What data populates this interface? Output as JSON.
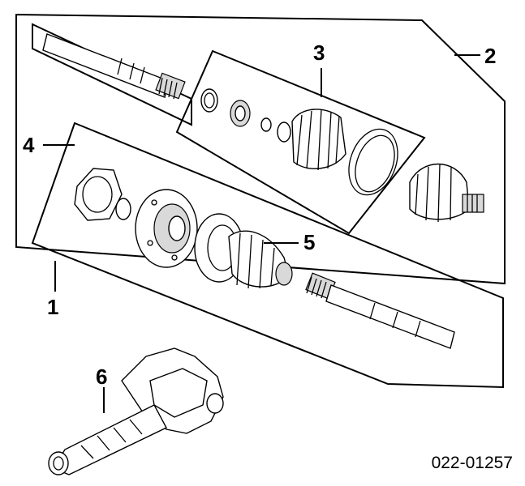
{
  "callouts": [
    {
      "id": "1",
      "label": "1"
    },
    {
      "id": "2",
      "label": "2"
    },
    {
      "id": "3",
      "label": "3"
    },
    {
      "id": "4",
      "label": "4"
    },
    {
      "id": "5",
      "label": "5"
    },
    {
      "id": "6",
      "label": "6"
    }
  ],
  "diagram_code": "022-01257"
}
